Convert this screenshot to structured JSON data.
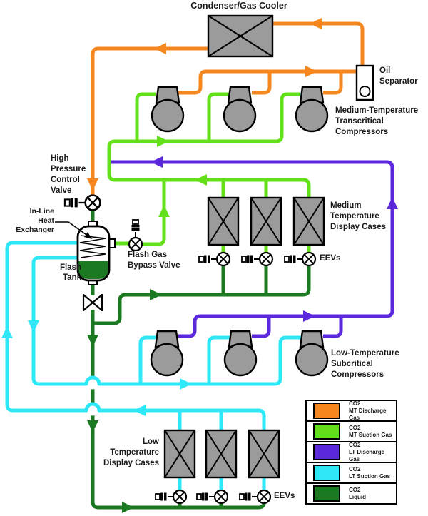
{
  "colors": {
    "mt-discharge": "#F6871F",
    "mt-suction": "#63E01A",
    "lt-discharge": "#5B28DC",
    "lt-suction": "#2EE8F7",
    "liquid": "#1B7A21",
    "component-fill": "#9B9B9B",
    "outline": "#000000"
  },
  "labels": {
    "condenser": "Condenser/Gas Cooler",
    "oil_separator": "Oil\nSeparator",
    "mt_compressors": "Medium-Temperature\nTranscritical\nCompressors",
    "hp_valve": "High\nPressure\nControl\nValve",
    "inline_hx": "In-Line\nHeat\nExchanger",
    "flash_tank": "Flash\nTank",
    "bypass_valve": "Flash Gas\nBypass Valve",
    "mt_cases": "Medium\nTemperature\nDisplay Cases",
    "mt_eevs": "EEVs",
    "lt_compressors": "Low-Temperature\nSubcritical\nCompressors",
    "lt_cases": "Low\nTemperature\nDisplay Cases",
    "lt_eevs": "EEVs"
  },
  "legend": {
    "entries": [
      {
        "swatch": "mt-discharge",
        "line1": "CO2",
        "line2": "MT Discharge Gas"
      },
      {
        "swatch": "mt-suction",
        "line1": "CO2",
        "line2": "MT Suction Gas"
      },
      {
        "swatch": "lt-discharge",
        "line1": "CO2",
        "line2": "LT Discharge Gas"
      },
      {
        "swatch": "lt-suction",
        "line1": "CO2",
        "line2": "LT Suction Gas"
      },
      {
        "swatch": "liquid",
        "line1": "CO2",
        "line2": "Liquid"
      }
    ]
  }
}
